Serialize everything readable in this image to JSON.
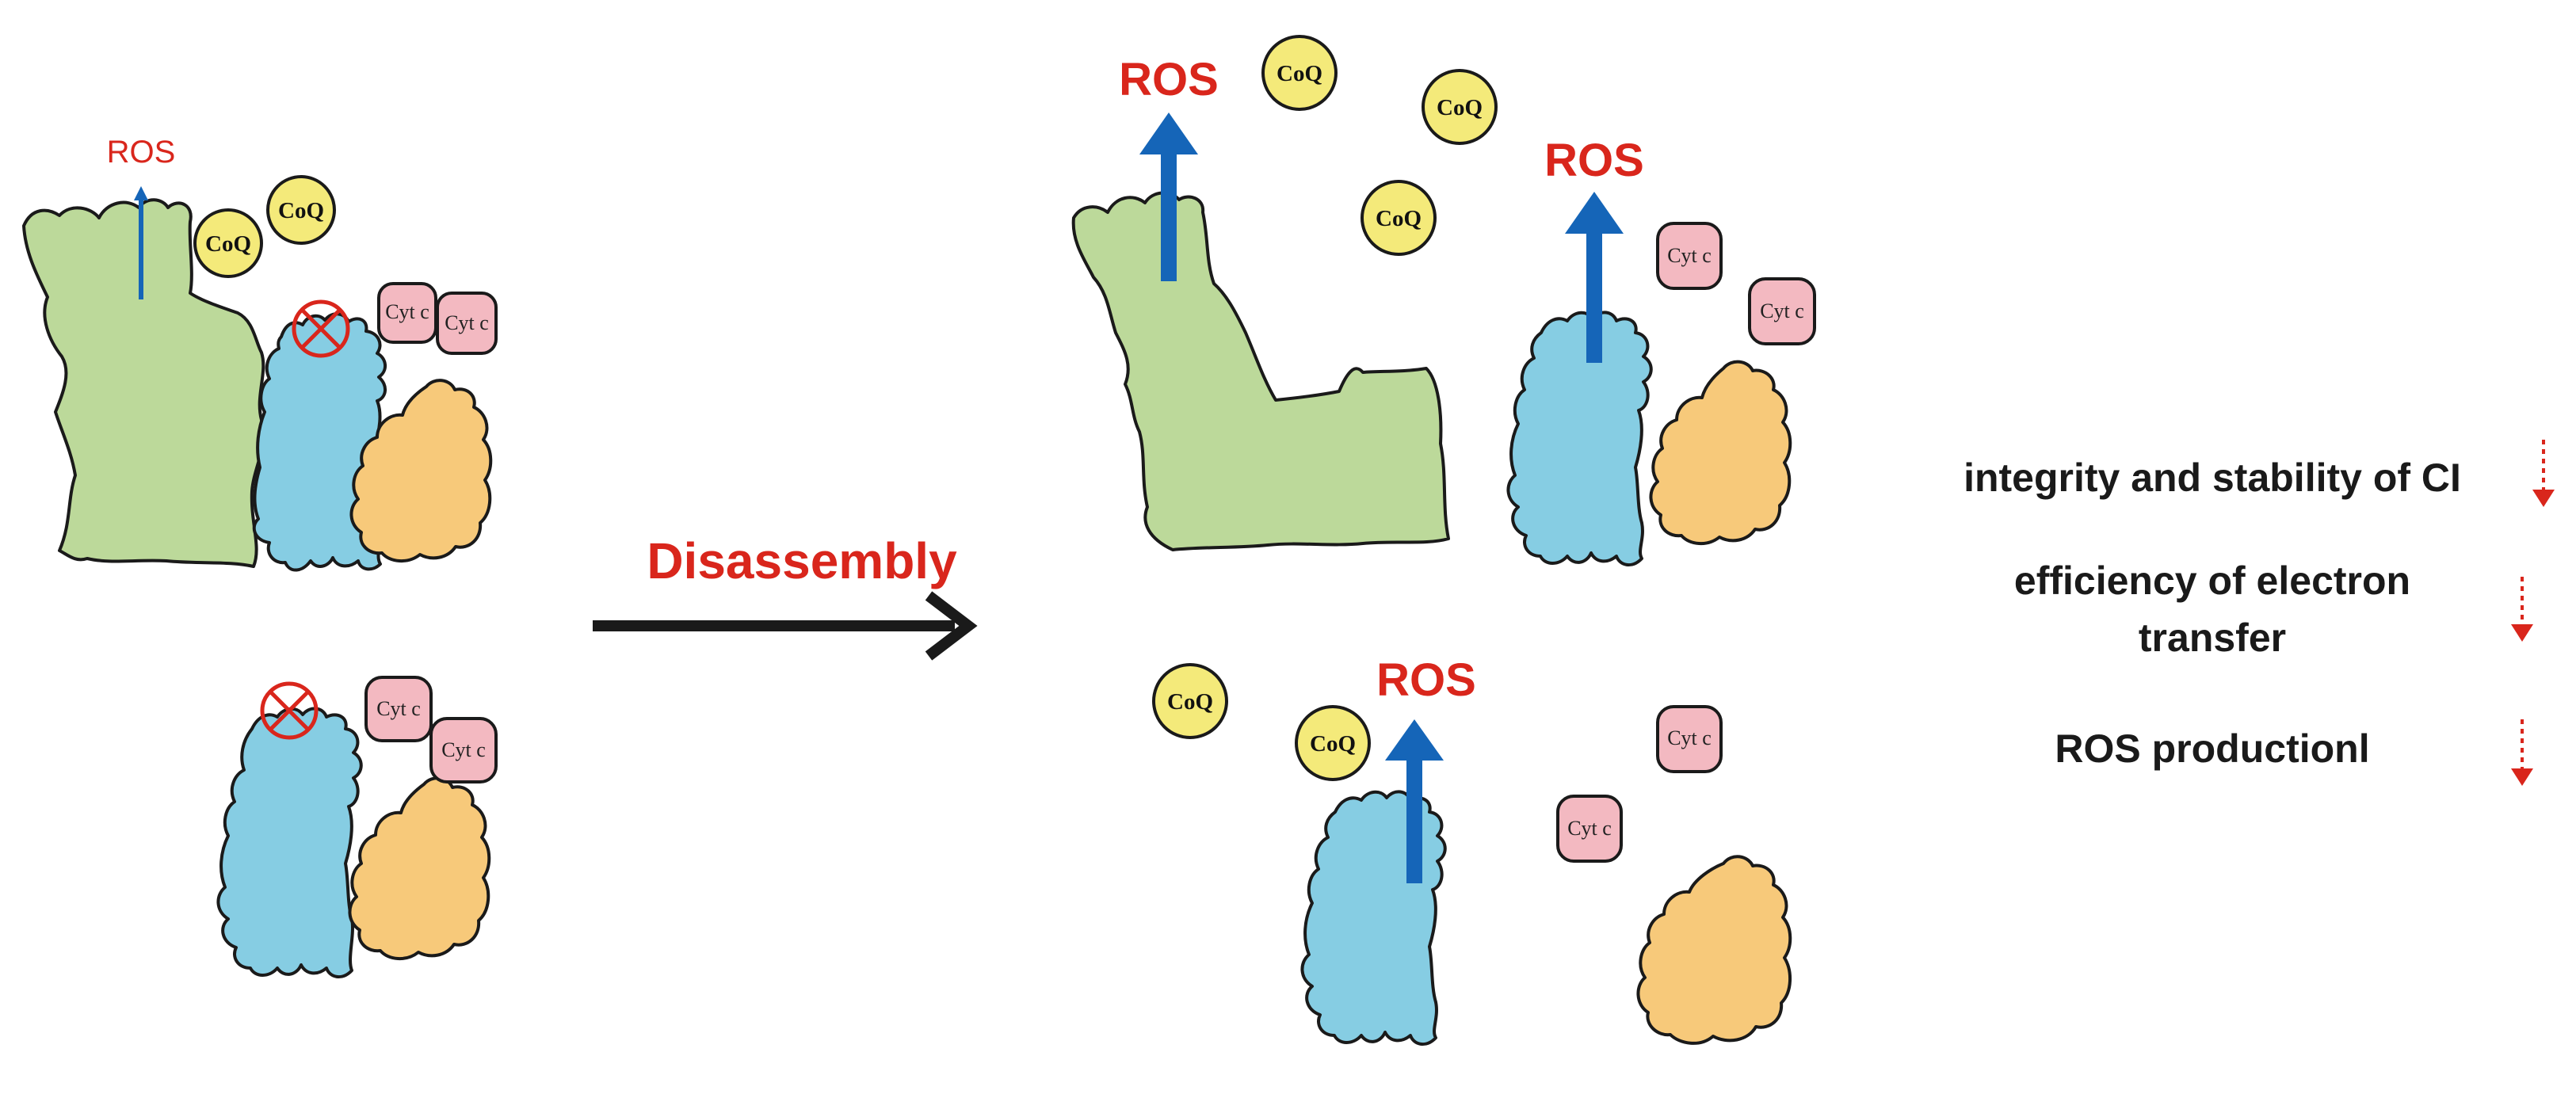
{
  "labels": {
    "ros": "ROS",
    "coq": "CoQ",
    "cytc": "Cyt c",
    "disassembly": "Disassembly"
  },
  "effects": [
    {
      "text_lines": [
        "integrity and stability of CI"
      ],
      "direction": "decrease"
    },
    {
      "text_lines": [
        "efficiency of electron",
        "transfer"
      ],
      "direction": "decrease"
    },
    {
      "text_lines": [
        "ROS productionl"
      ],
      "direction": "decrease"
    }
  ],
  "colors": {
    "complex_I": "#bcd99a",
    "complex_III": "#86cde3",
    "complex_IV": "#f7c97a",
    "coq": "#f4ea7a",
    "cytc": "#f3b9c1",
    "ros_arrow": "#1565b8",
    "ros_text": "#d9261c",
    "inhibit": "#d9261c",
    "disassembly_arrow": "#1a1a1a",
    "decrease_arrow": "#d9261c"
  }
}
